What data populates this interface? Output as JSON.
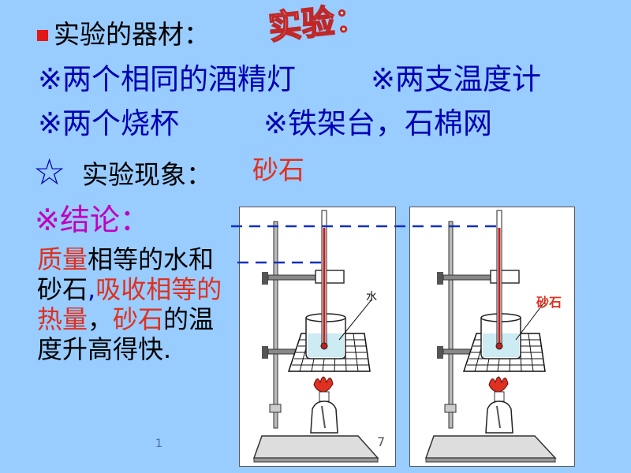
{
  "header": {
    "title_deco": "实验：",
    "equipment_label": "实验的器材："
  },
  "equipment": {
    "row1_item1": "※两个相同的酒精灯",
    "row1_item2": "※两支温度计",
    "row2_item1": "※两个烧杯",
    "row2_item2": "※铁架台，石棉网"
  },
  "phenomenon": {
    "star": "☆",
    "label": "实验现象：",
    "value": "砂石"
  },
  "conclusion": {
    "label": "※结论：",
    "segments": [
      {
        "text": "质量",
        "color": "red"
      },
      {
        "text": "相等的水和砂石",
        "color": "black"
      },
      {
        "text": ",",
        "color": "blue"
      },
      {
        "text": "吸收相等的热量",
        "color": "red"
      },
      {
        "text": "，",
        "color": "black"
      },
      {
        "text": "砂石",
        "color": "red"
      },
      {
        "text": "的温度升高得快.",
        "color": "black"
      }
    ]
  },
  "diagram": {
    "left_label": "水",
    "right_label": "砂石"
  },
  "footer": {
    "page_left": "1",
    "page_right": "7"
  }
}
